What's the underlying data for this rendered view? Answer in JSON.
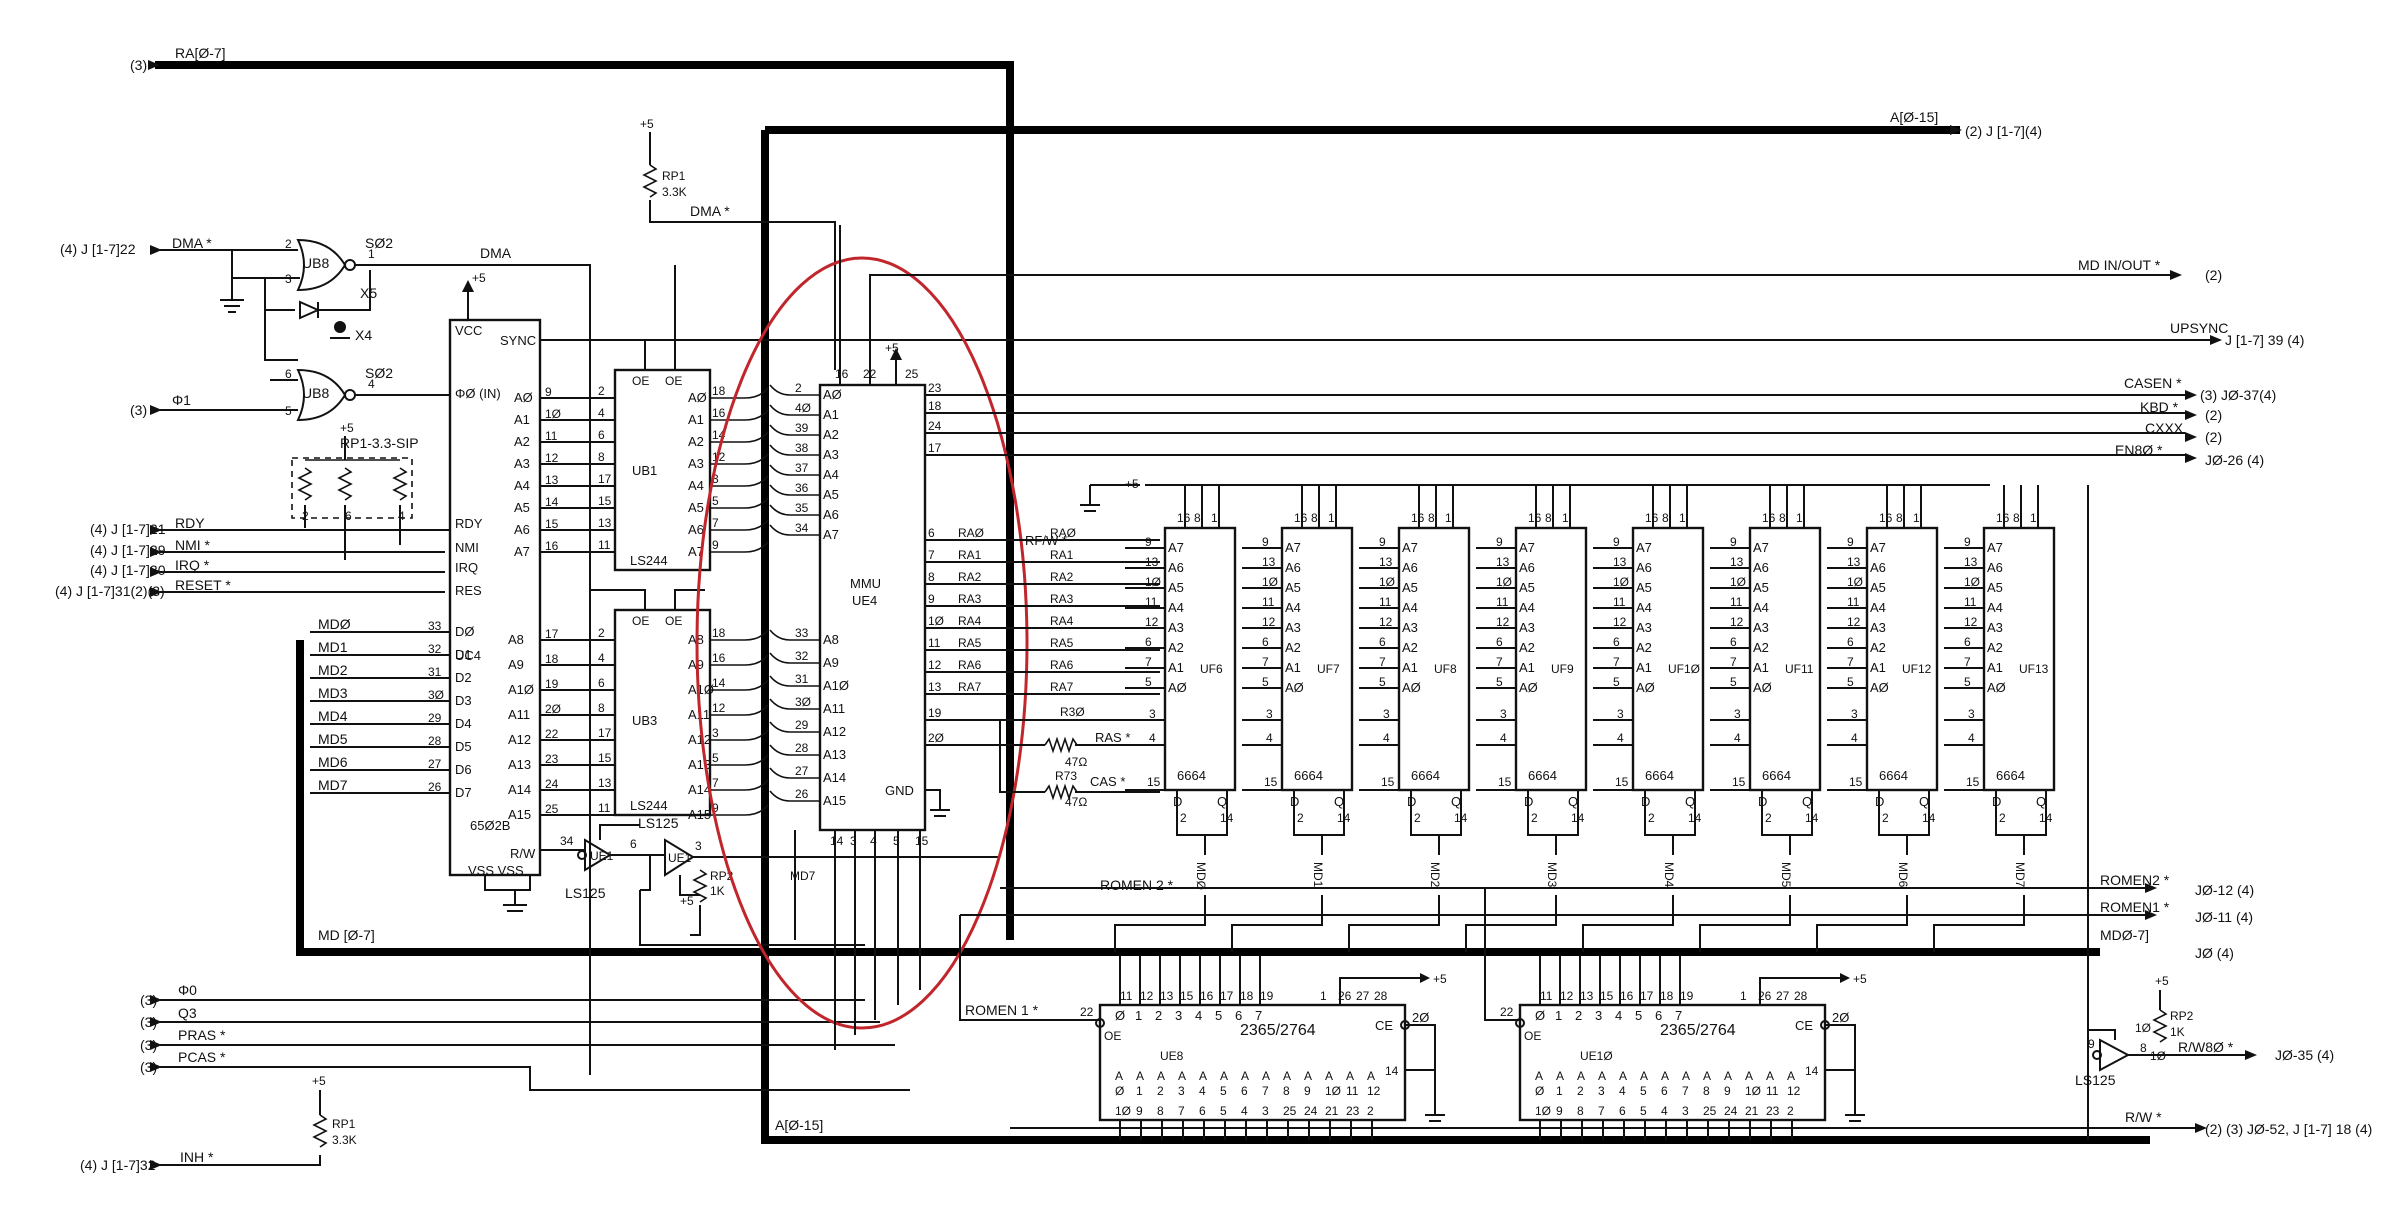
{
  "nets": {
    "ra_bus": "RA[Ø-7]",
    "ra_bus_ref": "(3)",
    "a_bus": "A[Ø-15]",
    "a_bus_ref": "(2) J [1-7](4)",
    "a_bus_bottom": "A[Ø-15]",
    "dma_in_ref": "(4) J [1-7]22",
    "dma_in": "DMA *",
    "dma_top": "DMA *",
    "dma_mid": "DMA",
    "phi1_ref": "(3)",
    "phi1": "Φ1",
    "rdy_ref": "(4) J [1-7]21",
    "rdy": "RDY",
    "nmi_ref": "(4) J [1-7]29",
    "nmi": "NMI *",
    "irq_ref": "(4) J [1-7]30",
    "irq": "IRQ *",
    "reset_ref": "(4) J [1-7]31(2)(3)",
    "reset": "RESET *",
    "md_in_out": "MD IN/OUT *",
    "md_in_out_ref": "(2)",
    "upsync": "UPSYNC",
    "upsync_ref": "J [1-7] 39 (4)",
    "casen": "CASEN *",
    "casen_ref": "(3) JØ-37(4)",
    "kbd": "KBD *",
    "kbd_ref": "(2)",
    "cxxx": "CXXX",
    "cxxx_ref": "(2)",
    "en80": "EN8Ø *",
    "en80_ref": "JØ-26 (4)",
    "romen2": "ROMEN2 *",
    "romen2_ref": "JØ-12 (4)",
    "romen2_mid": "ROMEN 2 *",
    "romen1": "ROMEN1 *",
    "romen1_ref": "JØ-11 (4)",
    "romen1_mid": "ROMEN 1 *",
    "md07": "MDØ-7]",
    "j0_ref": "JØ (4)",
    "md_bus_left": "MD [Ø-7]",
    "phi0_ref": "(3)",
    "phi0": "Φ0",
    "q3_ref": "(3)",
    "q3": "Q3",
    "pras_ref": "(3)",
    "pras": "PRAS *",
    "pcas_ref": "(3)",
    "pcas": "PCAS *",
    "inh_ref": "(4) J [1-7]32",
    "inh": "INH *",
    "rw80": "R/W8Ø *",
    "rw80_ref": "JØ-35 (4)",
    "rw": "R/W *",
    "rw_ref": "(2) (3) JØ-52, J [1-7] 18 (4)",
    "rfw": "RF/W *",
    "ras": "RAS *",
    "cas": "CAS *",
    "plus5": "+5",
    "ground_label": "GND"
  },
  "cpu": {
    "id": "UC4",
    "part": "65Ø2B",
    "vcc": "VCC",
    "sync": "SYNC",
    "phi0_in": "ΦØ (IN)",
    "rdy": "RDY",
    "nmi": "NMI",
    "irq": "IRQ",
    "res": "RES",
    "rw": "R/W",
    "vss": "VSS VSS",
    "addr_low_labels": [
      "AØ",
      "A1",
      "A2",
      "A3",
      "A4",
      "A5",
      "A6",
      "A7"
    ],
    "addr_low_pins": [
      "9",
      "1Ø",
      "11",
      "12",
      "13",
      "14",
      "15",
      "16"
    ],
    "addr_high_labels": [
      "A8",
      "A9",
      "A1Ø",
      "A11",
      "A12",
      "A13",
      "A14",
      "A15"
    ],
    "addr_high_pins": [
      "17",
      "18",
      "19",
      "2Ø",
      "22",
      "23",
      "24",
      "25"
    ],
    "data_labels": [
      "DØ",
      "D1",
      "D2",
      "D3",
      "D4",
      "D5",
      "D6",
      "D7"
    ],
    "data_pins": [
      "33",
      "32",
      "31",
      "3Ø",
      "29",
      "28",
      "27",
      "26"
    ],
    "data_nets": [
      "MDØ",
      "MD1",
      "MD2",
      "MD3",
      "MD4",
      "MD5",
      "MD6",
      "MD7"
    ]
  },
  "buffers": [
    {
      "id": "UB1",
      "part": "LS244",
      "oe": "OE",
      "labels": [
        "AØ",
        "A1",
        "A2",
        "A3",
        "A4",
        "A5",
        "A6",
        "A7"
      ],
      "pins_in": [
        "2",
        "4",
        "6",
        "8",
        "17",
        "15",
        "13",
        "11"
      ],
      "pins_out": [
        "18",
        "16",
        "14",
        "12",
        "3",
        "5",
        "7",
        "9"
      ]
    },
    {
      "id": "UB3",
      "part": "LS244",
      "oe": "OE",
      "labels": [
        "A8",
        "A9",
        "A1Ø",
        "A11",
        "A12",
        "A13",
        "A14",
        "A15"
      ],
      "pins_in": [
        "2",
        "4",
        "6",
        "8",
        "17",
        "15",
        "13",
        "11"
      ],
      "pins_out": [
        "18",
        "16",
        "14",
        "12",
        "3",
        "5",
        "7",
        "9"
      ]
    }
  ],
  "mmu": {
    "name": "MMU",
    "id": "UE4",
    "gnd": "GND",
    "top_pins": [
      "16",
      "22",
      "25"
    ],
    "in_labels": [
      "AØ",
      "A1",
      "A2",
      "A3",
      "A4",
      "A5",
      "A6",
      "A7",
      "A8",
      "A9",
      "A1Ø",
      "A11",
      "A12",
      "A13",
      "A14",
      "A15"
    ],
    "in_pins": [
      "2",
      "4Ø",
      "39",
      "38",
      "37",
      "36",
      "35",
      "34",
      "33",
      "32",
      "31",
      "3Ø",
      "29",
      "28",
      "27",
      "26"
    ],
    "out_pins": [
      "23",
      "18",
      "24",
      "17",
      "6",
      "7",
      "8",
      "9",
      "1Ø",
      "11",
      "12",
      "13",
      "19",
      "2Ø"
    ],
    "ra_labels": [
      "RAØ",
      "RA1",
      "RA2",
      "RA3",
      "RA4",
      "RA5",
      "RA6",
      "RA7"
    ],
    "bottom_pins": [
      "14",
      "3",
      "4",
      "5",
      "15"
    ],
    "md7": "MD7"
  },
  "ram": {
    "part": "6664",
    "ids": [
      "UF6",
      "UF7",
      "UF8",
      "UF9",
      "UF1Ø",
      "UF11",
      "UF12",
      "UF13"
    ],
    "addr_labels": [
      "A7",
      "A6",
      "A5",
      "A4",
      "A3",
      "A2",
      "A1",
      "AØ"
    ],
    "addr_pins": [
      "9",
      "13",
      "1Ø",
      "11",
      "12",
      "6",
      "7",
      "5"
    ],
    "side_pins": [
      "3",
      "4",
      "15"
    ],
    "top_pins": [
      "16",
      "8",
      "1"
    ],
    "d": "D",
    "q": "Q",
    "bottom_pins": [
      "2",
      "14"
    ],
    "md_labels": [
      "MDØ",
      "MD1",
      "MD2",
      "MD3",
      "MD4",
      "MD5",
      "MD6",
      "MD7"
    ]
  },
  "roms": [
    {
      "id": "UE8",
      "part": "2365/2764",
      "oe": "OE",
      "ce": "CE",
      "oe_pin": "22",
      "ce_pin": "2Ø",
      "side_pin": "14",
      "out_nums": [
        "Ø",
        "1",
        "2",
        "3",
        "4",
        "5",
        "6",
        "7"
      ],
      "top_pins": [
        "11",
        "12",
        "13",
        "15",
        "16",
        "17",
        "18",
        "19"
      ],
      "right_pins": [
        "1",
        "26",
        "27",
        "28"
      ],
      "bottom_pins": [
        "1Ø",
        "9",
        "8",
        "7",
        "6",
        "5",
        "4",
        "3",
        "25",
        "24",
        "21",
        "23",
        "2"
      ]
    },
    {
      "id": "UE1Ø",
      "part": "2365/2764",
      "oe": "OE",
      "ce": "CE",
      "oe_pin": "22",
      "ce_pin": "2Ø",
      "side_pin": "14",
      "out_nums": [
        "Ø",
        "1",
        "2",
        "3",
        "4",
        "5",
        "6",
        "7"
      ],
      "top_pins": [
        "11",
        "12",
        "13",
        "15",
        "16",
        "17",
        "18",
        "19"
      ],
      "right_pins": [
        "1",
        "26",
        "27",
        "28"
      ],
      "bottom_pins": [
        "1Ø",
        "9",
        "8",
        "7",
        "6",
        "5",
        "4",
        "3",
        "25",
        "24",
        "21",
        "23",
        "2"
      ]
    }
  ],
  "rom_addr_label": "A",
  "rom_addr_nums": [
    "Ø",
    "1",
    "2",
    "3",
    "4",
    "5",
    "6",
    "7",
    "8",
    "9",
    "1Ø",
    "11",
    "12"
  ],
  "gates": {
    "ub8": "UB8",
    "s02": "SØ2",
    "ue1": "UE1",
    "ls125": "LS125",
    "x5": "X5",
    "x4": "X4",
    "ls125_r": "LS125"
  },
  "resistors": {
    "rp1_top": "RP1",
    "rp1_top_val": "3.3K",
    "rp1_sip": "RP1-3.3-SIP",
    "rp2": "RP2",
    "rp2_val": "1K",
    "rp1_bot": "RP1",
    "rp1_bot_val": "3.3K",
    "rp2_r": "RP2",
    "rp2_r_val": "1K",
    "r30": "R3Ø",
    "r30_val": "47Ω",
    "r73": "R73",
    "r73_val": "47Ω"
  }
}
